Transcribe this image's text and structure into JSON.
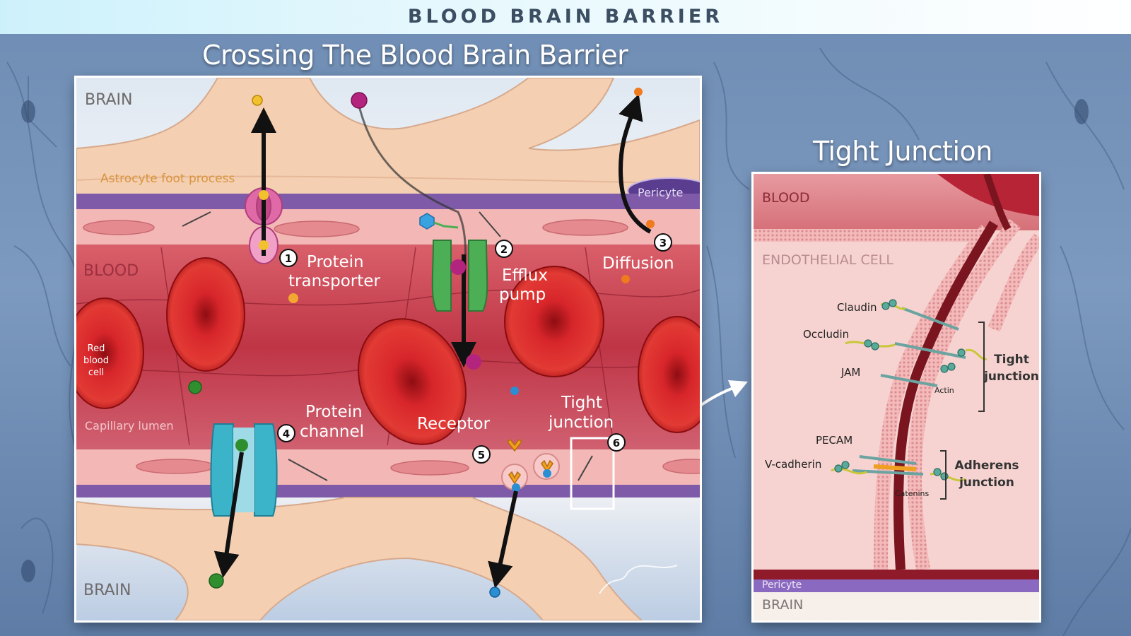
{
  "header": {
    "title": "BLOOD BRAIN BARRIER"
  },
  "main": {
    "title": "Crossing The Blood Brain Barrier",
    "labels": {
      "brain_top": "BRAIN",
      "brain_bottom": "BRAIN",
      "blood": "BLOOD",
      "astrocyte": "Astrocyte foot process",
      "pericyte": "Pericyte",
      "rbc_1": "Red",
      "rbc_2": "blood",
      "rbc_3": "cell",
      "lumen": "Capillary lumen"
    },
    "mechanisms": [
      {
        "num": "1",
        "line1": "Protein",
        "line2": "transporter"
      },
      {
        "num": "2",
        "line1": "Efflux",
        "line2": "pump"
      },
      {
        "num": "3",
        "line1": "Diffusion",
        "line2": ""
      },
      {
        "num": "4",
        "line1": "Protein",
        "line2": "channel"
      },
      {
        "num": "5",
        "line1": "Receptor",
        "line2": ""
      },
      {
        "num": "6",
        "line1": "Tight",
        "line2": "junction"
      }
    ]
  },
  "inset": {
    "title": "Tight Junction",
    "labels": {
      "blood": "BLOOD",
      "endothelial": "ENDOTHELIAL CELL",
      "pericyte": "Pericyte",
      "brain": "BRAIN",
      "claudin": "Claudin",
      "occludin": "Occludin",
      "jam": "JAM",
      "actin": "Actin",
      "pecam": "PECAM",
      "vcadherin": "V-cadherin",
      "catenins": "Catenins",
      "tight_1": "Tight",
      "tight_2": "junction",
      "adherens_1": "Adherens",
      "adherens_2": "junction"
    }
  },
  "colors": {
    "membrane": "#7e5aa8",
    "blood": "#c23a4a",
    "rbc": "#d8262b",
    "transporter": "#e06aa8",
    "efflux": "#4cae55",
    "channel": "#3bb3c9",
    "astrocyte": "#f4cfb2"
  }
}
